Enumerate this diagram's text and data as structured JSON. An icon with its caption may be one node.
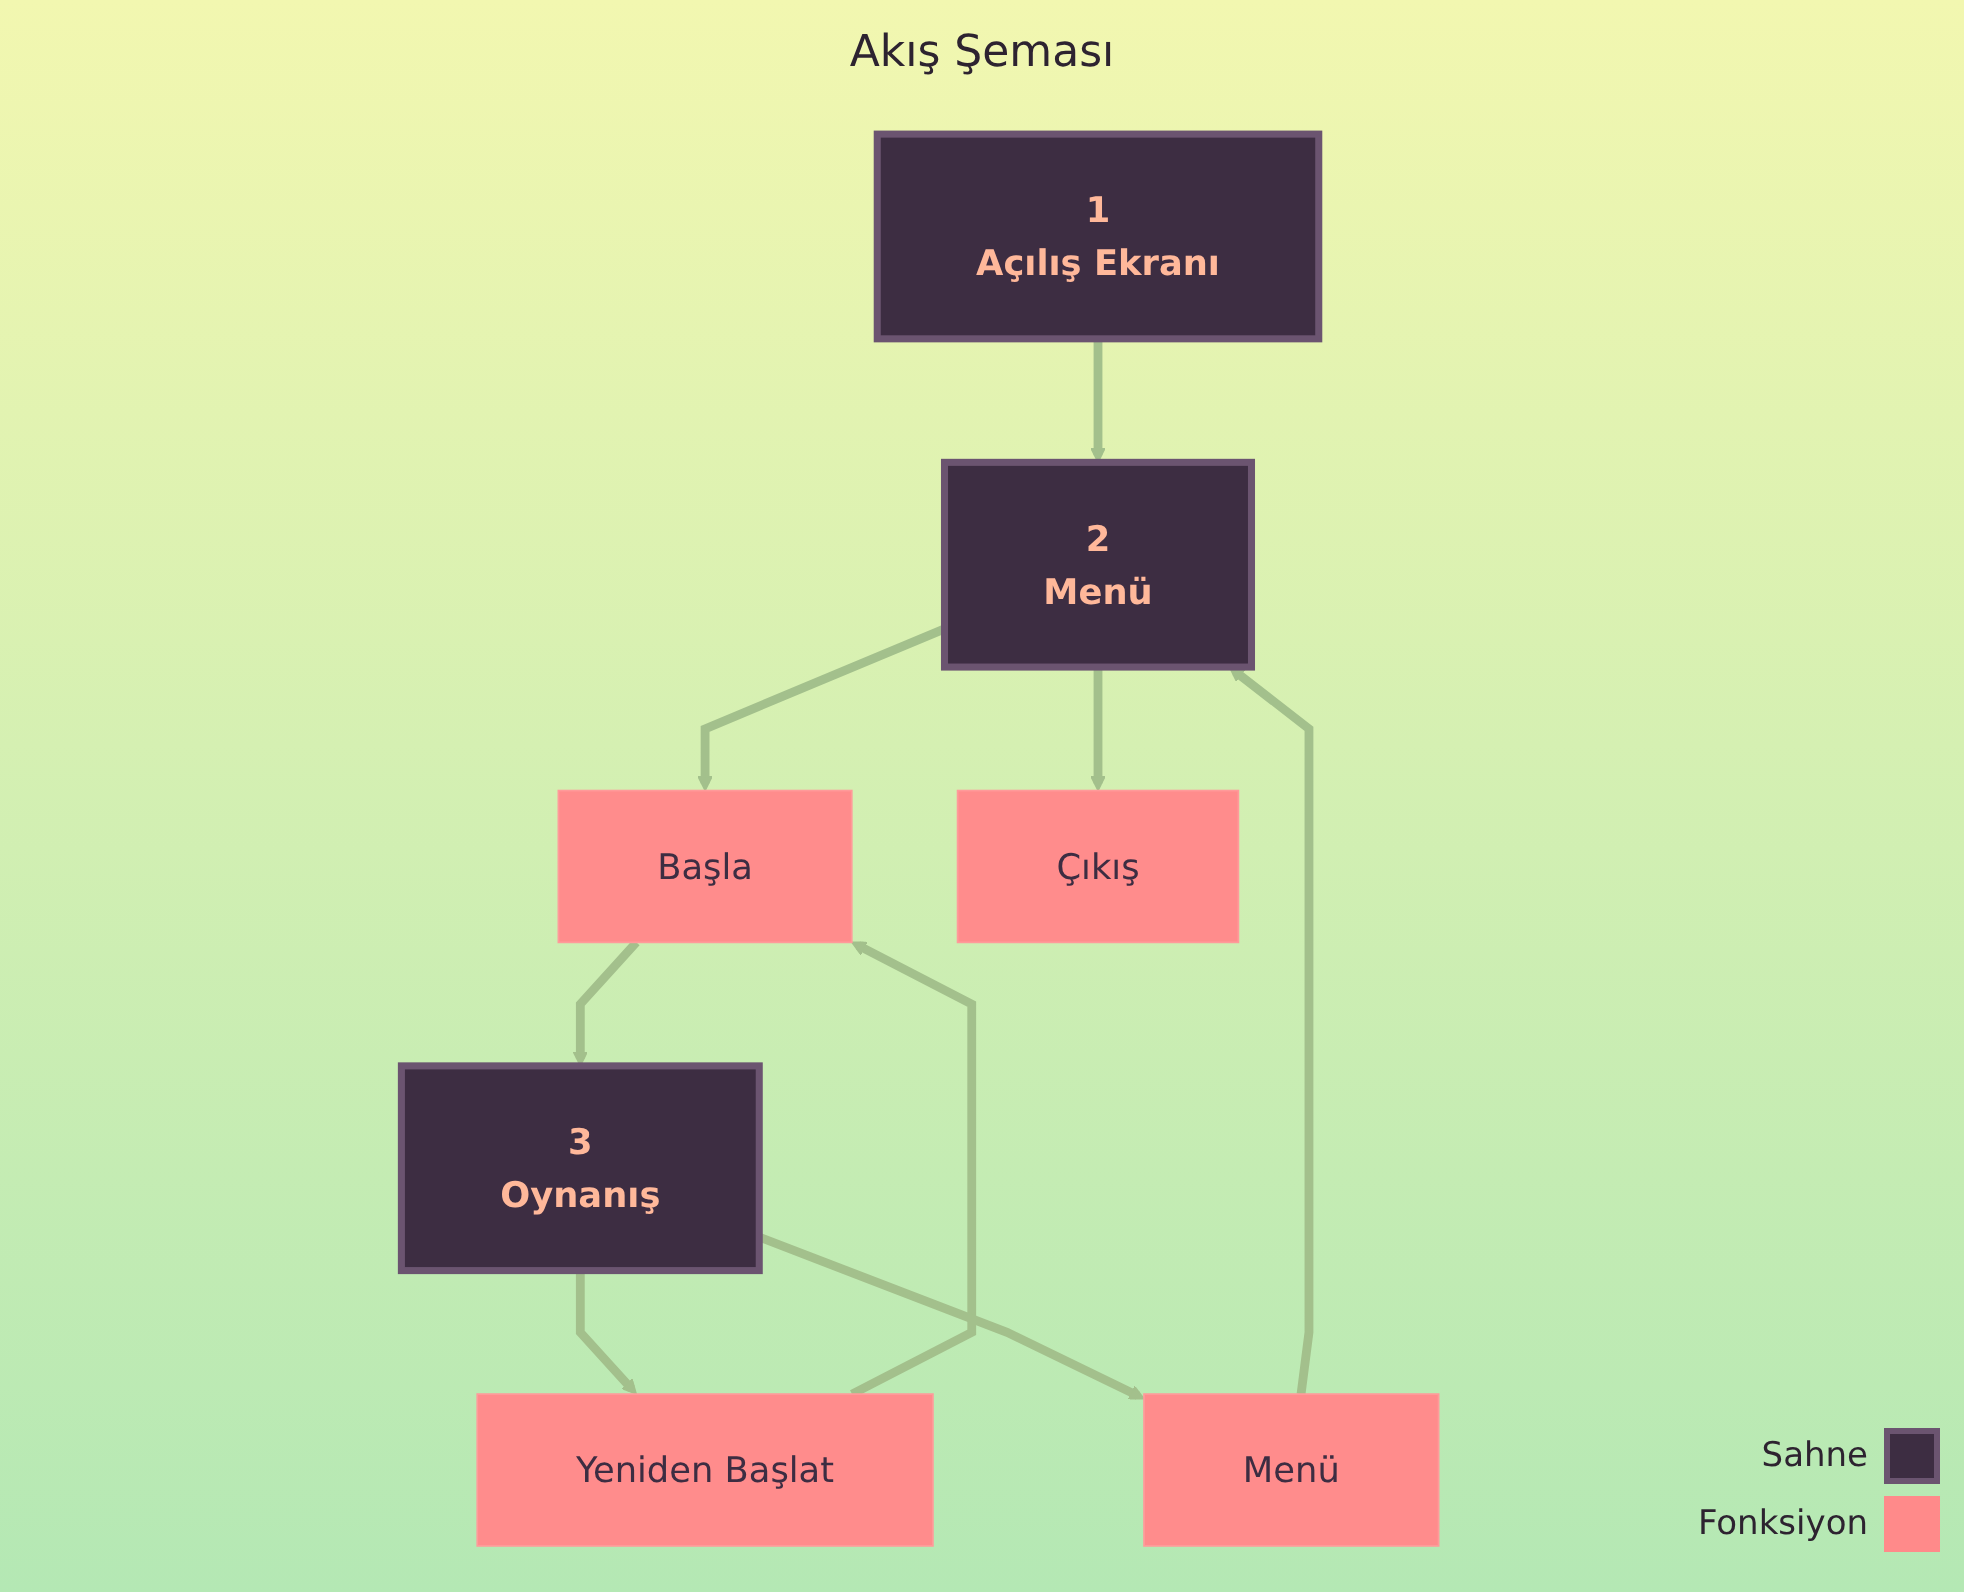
{
  "diagram": {
    "title": "Akış Şeması",
    "nodes": [
      {
        "text": [
          "1",
          "Açılış Ekranı"
        ]
      },
      {
        "text": [
          "2",
          "Menü"
        ]
      },
      {
        "text": [
          "Başla"
        ]
      },
      {
        "text": [
          "Çıkış"
        ]
      },
      {
        "text": [
          "3",
          "Oynanış"
        ]
      },
      {
        "text": [
          "Yeniden Başlat"
        ]
      },
      {
        "text": [
          "Menü"
        ]
      }
    ],
    "edges": [
      {
        "from": 0,
        "to": 1,
        "arrow": "to"
      },
      {
        "from": 1,
        "to": 2,
        "arrow": "to"
      },
      {
        "from": 1,
        "to": 3,
        "arrow": "to"
      },
      {
        "from": 2,
        "to": 4,
        "arrow": "to"
      },
      {
        "from": 5,
        "to": 2,
        "arrow": "to"
      },
      {
        "from": 4,
        "to": 5,
        "arrow": "to"
      },
      {
        "from": 4,
        "to": 6,
        "arrow": "to"
      },
      {
        "from": 6,
        "to": 1,
        "arrow": "to"
      }
    ],
    "legend": [
      {
        "text": "Sahne",
        "color": "#3d2d42"
      },
      {
        "text": "Fonksiyon",
        "color": "#ff8a8a"
      }
    ]
  }
}
